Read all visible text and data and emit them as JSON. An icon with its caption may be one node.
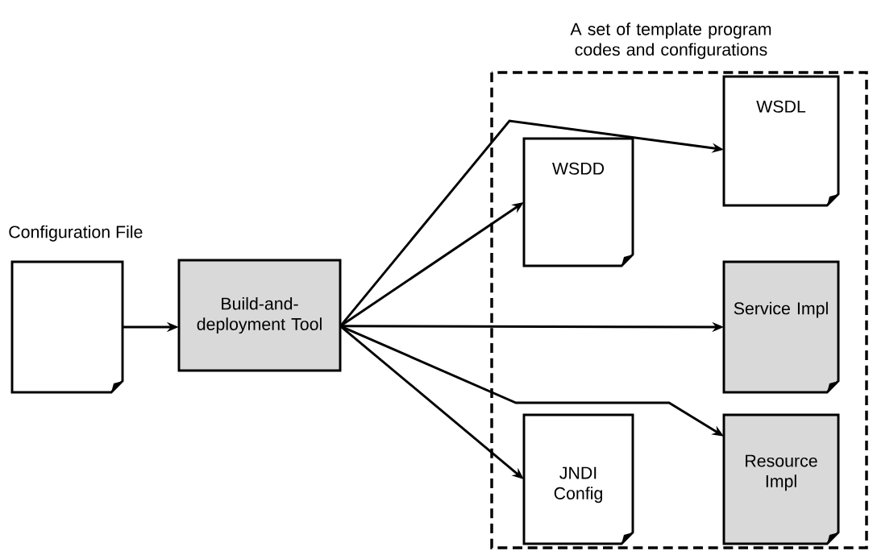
{
  "diagram": {
    "nodes": [
      {
        "text": [
          "A set of template program codes and configurations"
        ]
      },
      {
        "text": [
          "Configuration File"
        ]
      },
      {
        "text": [
          "Build-and-deployment Tool"
        ]
      },
      {
        "text": [
          "WSDD"
        ],
        "in": 0
      },
      {
        "text": [
          "WSDL"
        ],
        "in": 0
      },
      {
        "text": [
          "Service Impl"
        ],
        "in": 0
      },
      {
        "text": [
          "JNDI Config"
        ],
        "in": 0
      },
      {
        "text": [
          "Resource Impl"
        ],
        "in": 0
      }
    ],
    "edges": [
      {
        "from": 1,
        "to": 2,
        "arrow": "to"
      },
      {
        "from": 2,
        "to": 3,
        "arrow": "to"
      },
      {
        "from": 2,
        "to": 4,
        "arrow": "to"
      },
      {
        "from": 2,
        "to": 5,
        "arrow": "to"
      },
      {
        "from": 2,
        "to": 6,
        "arrow": "to"
      },
      {
        "from": 2,
        "to": 7,
        "arrow": "to"
      }
    ]
  }
}
